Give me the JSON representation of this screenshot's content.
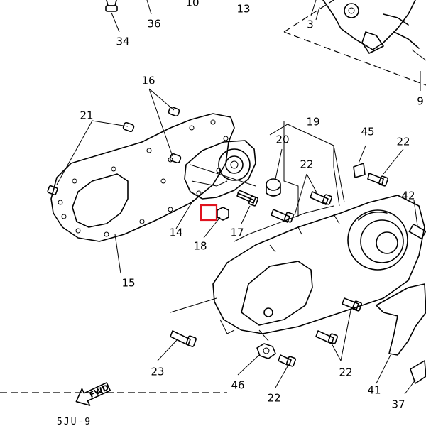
{
  "diagram": {
    "callouts": [
      {
        "id": "c10",
        "text": "10"
      },
      {
        "id": "c13",
        "text": "13"
      },
      {
        "id": "c36",
        "text": "36"
      },
      {
        "id": "c34",
        "text": "34"
      },
      {
        "id": "c3",
        "text": "3"
      },
      {
        "id": "c9",
        "text": "9"
      },
      {
        "id": "c16",
        "text": "16"
      },
      {
        "id": "c21",
        "text": "21"
      },
      {
        "id": "c19",
        "text": "19"
      },
      {
        "id": "c20",
        "text": "20"
      },
      {
        "id": "c45",
        "text": "45"
      },
      {
        "id": "c22a",
        "text": "22"
      },
      {
        "id": "c22b",
        "text": "22"
      },
      {
        "id": "c42",
        "text": "42"
      },
      {
        "id": "c14",
        "text": "14"
      },
      {
        "id": "c17",
        "text": "17"
      },
      {
        "id": "c18",
        "text": "18"
      },
      {
        "id": "c15",
        "text": "15"
      },
      {
        "id": "c23",
        "text": "23"
      },
      {
        "id": "c46",
        "text": "46"
      },
      {
        "id": "c22c",
        "text": "22"
      },
      {
        "id": "c22d",
        "text": "22"
      },
      {
        "id": "c41",
        "text": "41"
      },
      {
        "id": "c37",
        "text": "37"
      }
    ],
    "fwd_label": "FWD",
    "footer_code": "5JU-9",
    "highlight_color": "#e0131f"
  }
}
